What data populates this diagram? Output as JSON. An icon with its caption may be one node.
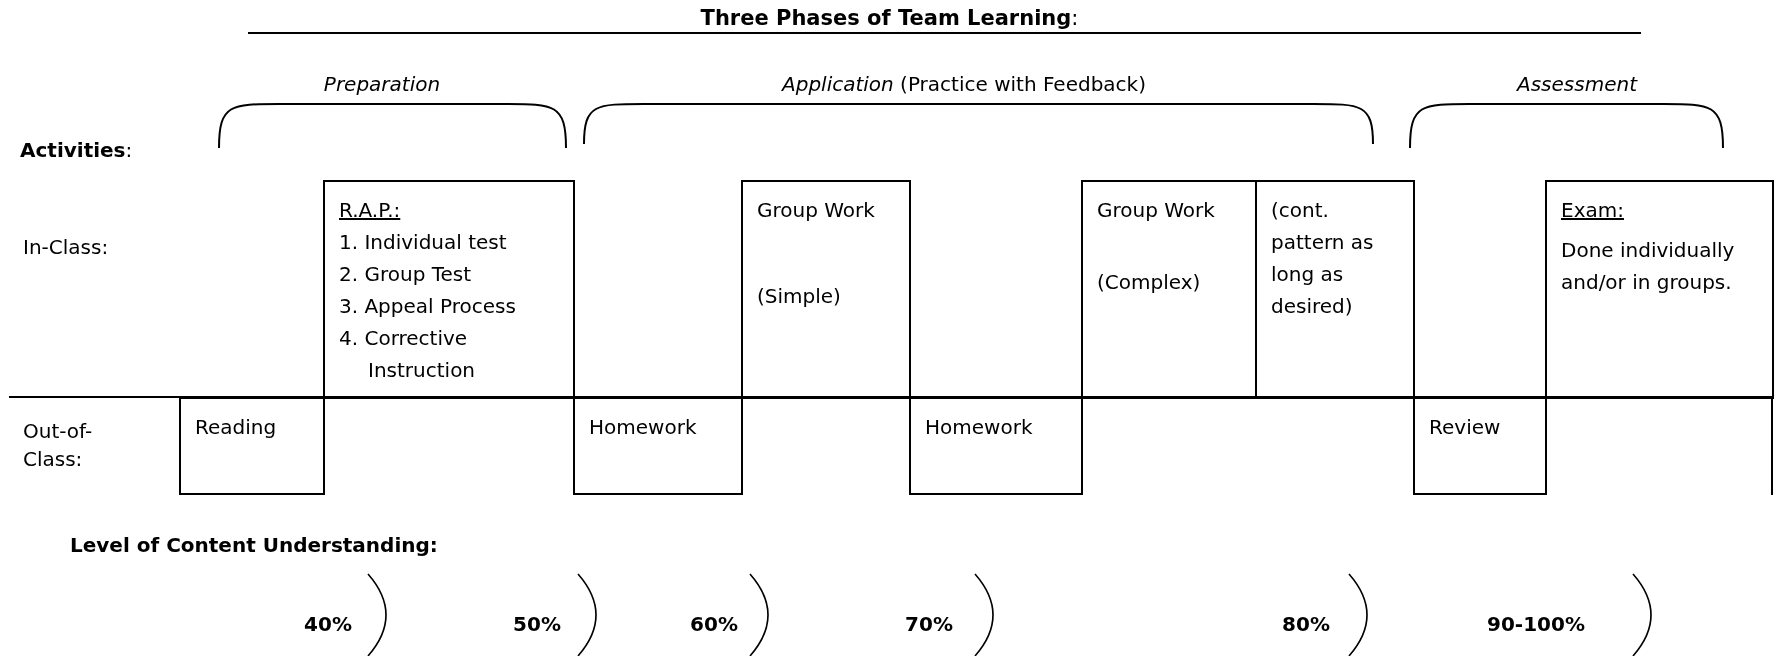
{
  "diagram": {
    "title": "**Three Phases of Team Learning**:",
    "nodes": [
      {
        "text": [
          "R.A.P.:",
          "1. Individual test",
          "2. Group Test",
          "3. Appeal Process",
          "4. Corrective Instruction"
        ]
      },
      {
        "text": [
          "Group Work",
          "(Simple)"
        ]
      },
      {
        "text": [
          "Group Work",
          "(Complex)"
        ]
      },
      {
        "text": [
          "(cont. pattern as long as desired)"
        ]
      },
      {
        "text": [
          "Exam:",
          "Done individually and/or in groups."
        ]
      },
      {
        "text": [
          "Reading"
        ]
      },
      {
        "text": [
          "Homework"
        ]
      },
      {
        "text": [
          "Homework"
        ]
      },
      {
        "text": [
          "Review"
        ]
      }
    ],
    "labels": [
      "*Preparation*",
      "*Application*  (Practice with Feedback)",
      "*Assessment*",
      "**Activities**:",
      "In-Class:",
      "Out-of-Class:",
      "Level of Content Understanding:",
      "40%",
      "50%",
      "60%",
      "70%",
      "80%",
      "90-100%"
    ]
  }
}
